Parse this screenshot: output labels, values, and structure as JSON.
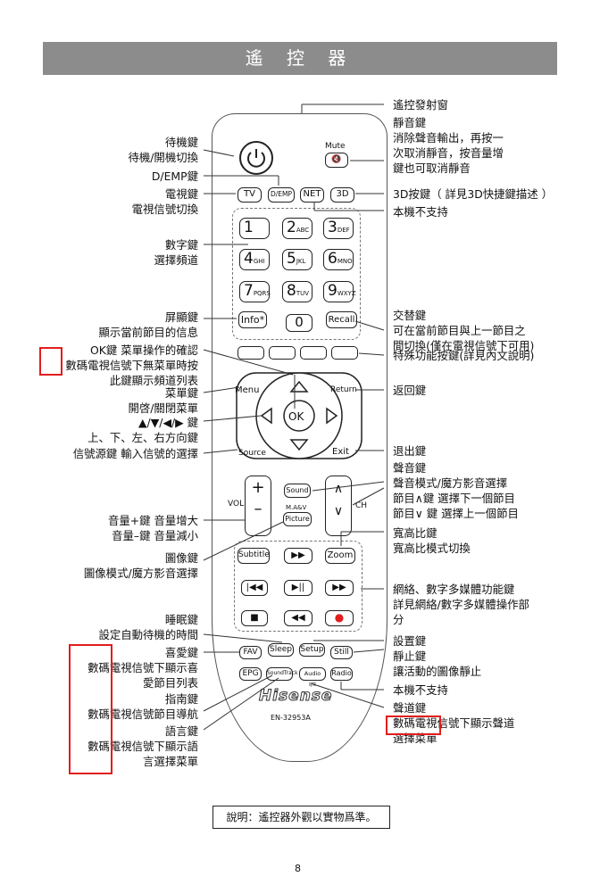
{
  "header": {
    "title": "遙 控 器"
  },
  "remote": {
    "mute_label": "Mute",
    "buttons": {
      "tv": "TV",
      "demp": "D/EMP",
      "net": "NET",
      "3d": "3D",
      "info": "Info",
      "recall": "Recall",
      "zero": "0",
      "menu": "Menu",
      "return": "Return",
      "ok": "OK",
      "source": "Source",
      "exit": "Exit",
      "vol": "VOL",
      "ch": "CH",
      "sound": "Sound",
      "mav": "M.A&V",
      "picture": "Picture",
      "subtitle": "Subtitle",
      "zoom": "Zoom",
      "fav": "FAV",
      "sleep": "Sleep",
      "setup": "Setup",
      "still": "Still",
      "epg": "EPG",
      "sound_track": "SoundTrack",
      "audio": "Audio I/II",
      "radio": "Radio"
    },
    "numbers": [
      {
        "d": "1",
        "s": ""
      },
      {
        "d": "2",
        "s": "ABC"
      },
      {
        "d": "3",
        "s": "DEF"
      },
      {
        "d": "4",
        "s": "GHI"
      },
      {
        "d": "5",
        "s": "JKL"
      },
      {
        "d": "6",
        "s": "MNO"
      },
      {
        "d": "7",
        "s": "PQRS"
      },
      {
        "d": "8",
        "s": "TUV"
      },
      {
        "d": "9",
        "s": "WXYZ"
      }
    ],
    "brand": "Hisense",
    "model": "EN-32953A"
  },
  "labels_left": {
    "standby": "待機鍵\n待機/開機切換",
    "demp": "D/EMP鍵",
    "tv": "電視鍵\n電視信號切換",
    "digit": "數字鍵\n選擇頻道",
    "info": "屏顯鍵\n顯示當前節目的信息",
    "ok": "OK鍵 菜單操作的確認\n數碼電視信號下無菜單時按\n此鍵顯示頻道列表",
    "menu": "菜單鍵\n開啓/關閉菜單",
    "arrows": "▲/▼/◀/▶ 鍵\n上、下、左、右方向鍵",
    "source": "信號源鍵 輸入信號的選擇",
    "volume": "音量+鍵 音量增大\n音量–鍵 音量減小",
    "picture": "圖像鍵\n圖像模式/魔方影音選擇",
    "sleep": "睡眠鍵\n設定自動待機的時間",
    "fav": "喜愛鍵\n數碼電視信號下顯示喜\n愛節目列表",
    "epg": "指南鍵\n數碼電視信號節目導航",
    "lang": "語言鍵\n數碼電視信號下顯示語\n言選擇菜單"
  },
  "labels_right": {
    "window": "遙控發射窗",
    "mute": "靜音鍵\n消除聲音輸出，再按一\n次取消靜音，按音量增\n鍵也可取消靜音",
    "3d": "3D按鍵（ 詳見3D快捷鍵描述 ）",
    "net": "本機不支持",
    "recall": "交替鍵\n可在當前節目與上一節目之\n間切換(僅在電視信號下可用)",
    "special": "特殊功能按鍵(詳見內文說明)",
    "return": "返回鍵",
    "exit": "退出鍵",
    "sound": "聲音鍵\n聲音模式/魔方影音選擇\n節目∧鍵 選擇下一個節目\n節目∨ 鍵 選擇上一個節目",
    "zoom": "寬高比鍵\n寬高比模式切換",
    "media": "網絡、數字多媒體功能鍵\n詳見網絡/數字多媒體操作部\n分",
    "setup": "設置鍵",
    "still": "靜止鍵\n讓活動的圖像靜止",
    "radio": "本機不支持",
    "audio": "聲道鍵\n數碼電視信號下顯示聲道\n選擇菜單"
  },
  "note": "說明：遙控器外觀以實物爲準。",
  "page_number": "8"
}
